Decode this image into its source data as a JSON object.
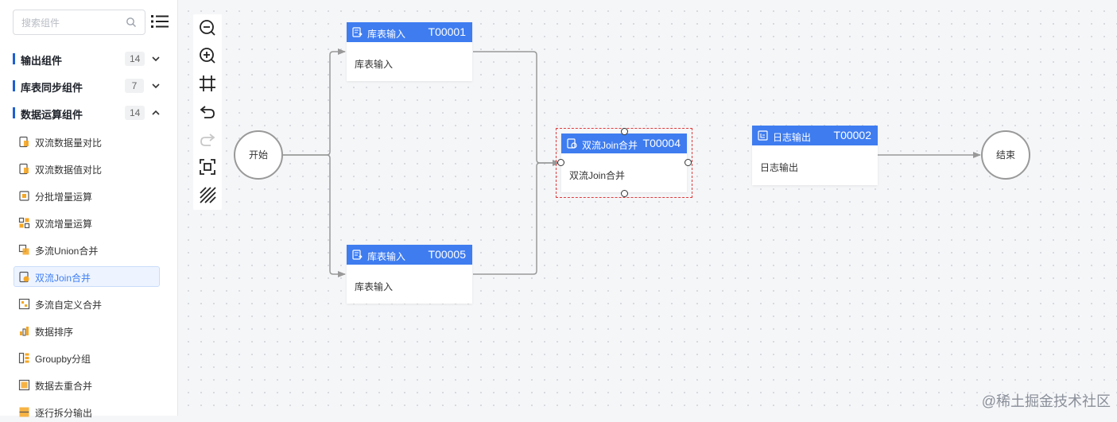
{
  "search": {
    "placeholder": "搜索组件"
  },
  "groups": [
    {
      "label": "输出组件",
      "count": "14"
    },
    {
      "label": "库表同步组件",
      "count": "7"
    },
    {
      "label": "数据运算组件",
      "count": "14"
    }
  ],
  "items": [
    {
      "label": "双流数据量对比"
    },
    {
      "label": "双流数据值对比"
    },
    {
      "label": "分批增量运算"
    },
    {
      "label": "双流增量运算"
    },
    {
      "label": "多流Union合并"
    },
    {
      "label": "双流Join合并"
    },
    {
      "label": "多流自定义合并"
    },
    {
      "label": "数据排序"
    },
    {
      "label": "Groupby分组"
    },
    {
      "label": "数据去重合并"
    },
    {
      "label": "逐行拆分输出"
    }
  ],
  "nodes": {
    "start": {
      "label": "开始"
    },
    "end": {
      "label": "结束"
    },
    "t1": {
      "title": "库表输入",
      "code": "T00001",
      "body": "库表输入"
    },
    "t5": {
      "title": "库表输入",
      "code": "T00005",
      "body": "库表输入"
    },
    "t4": {
      "title": "双流Join合并",
      "code": "T00004",
      "body": "双流Join合并"
    },
    "t2": {
      "title": "日志输出",
      "code": "T00002",
      "body": "日志输出"
    }
  },
  "watermark": "@稀土掘金技术社区",
  "colors": {
    "accent": "#3e7cf0",
    "selection": "#e23b3b",
    "group_bar": "#1f5fd1",
    "edge": "#999999"
  }
}
